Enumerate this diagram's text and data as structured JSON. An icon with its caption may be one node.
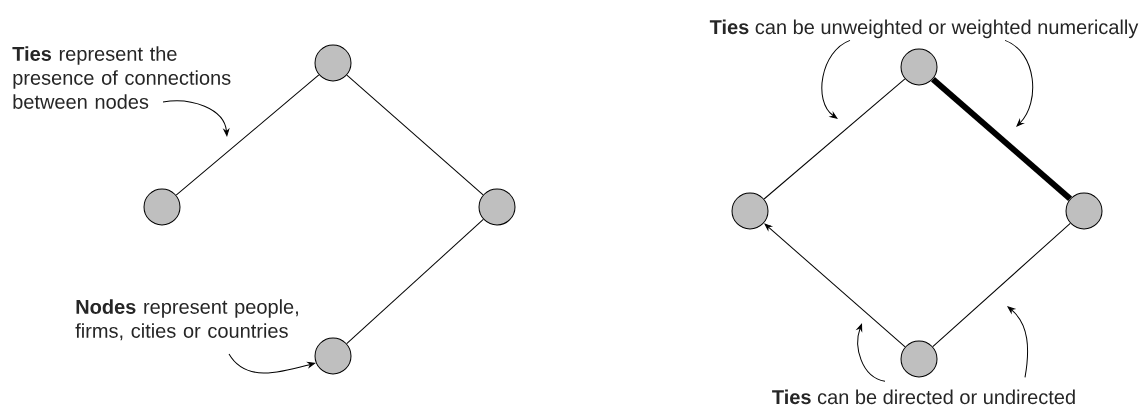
{
  "diagram": {
    "nodes": [
      {
        "text": [],
        "shape": "circle"
      },
      {
        "text": [],
        "shape": "circle"
      },
      {
        "text": [],
        "shape": "circle"
      },
      {
        "text": [],
        "shape": "circle"
      },
      {
        "text": [],
        "shape": "circle"
      },
      {
        "text": [],
        "shape": "circle"
      },
      {
        "text": [],
        "shape": "circle"
      },
      {
        "text": [],
        "shape": "circle"
      },
      {
        "text": [
          "**Ties** represent the presence of connections between nodes"
        ]
      },
      {
        "text": [
          "**Nodes** represent people, firms, cities or countries"
        ]
      },
      {
        "text": [
          "**Ties** can be unweighted or weighted numerically"
        ]
      },
      {
        "text": [
          "**Ties** can be directed or undirected"
        ]
      }
    ],
    "edges": [
      {
        "from": 0,
        "to": 1,
        "arrow": "none"
      },
      {
        "from": 0,
        "to": 2,
        "arrow": "none"
      },
      {
        "from": 2,
        "to": 3,
        "arrow": "none"
      },
      {
        "from": 4,
        "to": 5,
        "arrow": "none"
      },
      {
        "from": 4,
        "to": 6,
        "arrow": "none",
        "style": "thick"
      },
      {
        "from": 6,
        "to": 7,
        "arrow": "none"
      },
      {
        "from": 7,
        "to": 5,
        "arrow": "to"
      },
      {
        "from": 8,
        "to": null,
        "arrow": "to"
      },
      {
        "from": 9,
        "to": 3,
        "arrow": "to"
      },
      {
        "from": 10,
        "to": null,
        "arrow": "to"
      },
      {
        "from": 10,
        "to": null,
        "arrow": "to"
      },
      {
        "from": 11,
        "to": null,
        "arrow": "to"
      },
      {
        "from": 11,
        "to": null,
        "arrow": "to"
      }
    ]
  }
}
